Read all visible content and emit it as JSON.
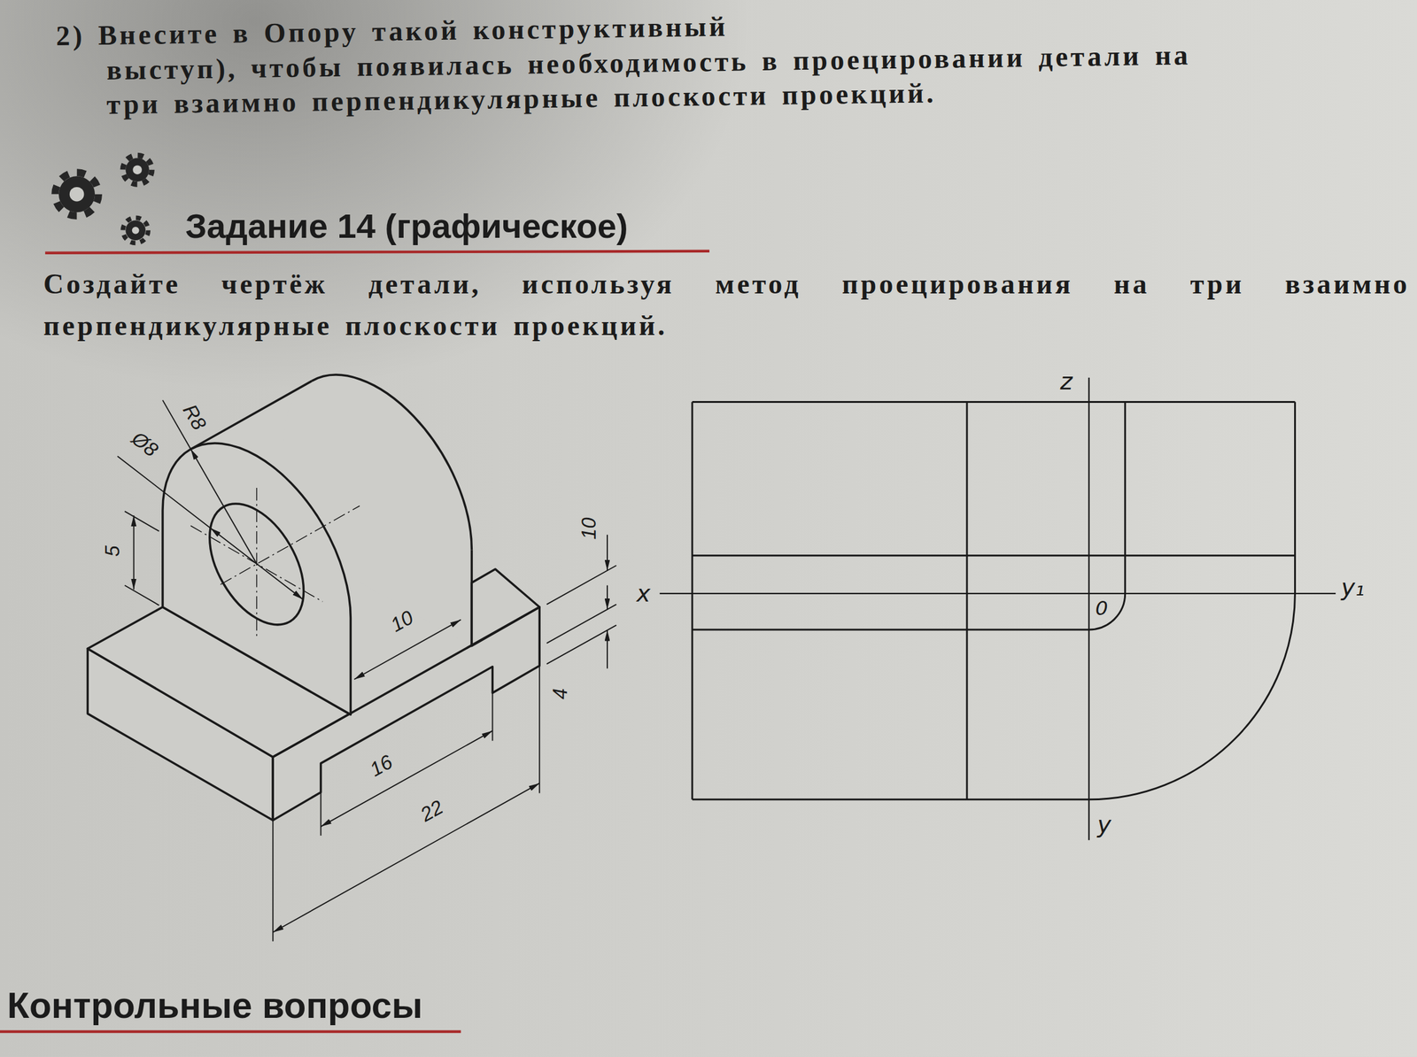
{
  "diagram": {
    "title": "Задание 14 (графическое)",
    "labels": [
      "2) Внесите в Опору такой конструктивный",
      "выступ), чтобы появилась необходимость в проецировании детали на",
      "три взаимно перпендикулярные плоскости проекций.",
      "Создайте чертёж детали, используя метод проецирования на три взаимно перпендикулярные плоскости проекций.",
      "R8",
      "Ø8",
      "5",
      "10",
      "10",
      "4",
      "16",
      "22",
      "z",
      "x",
      "y₁",
      "0",
      "y",
      "Контрольные вопросы"
    ]
  }
}
